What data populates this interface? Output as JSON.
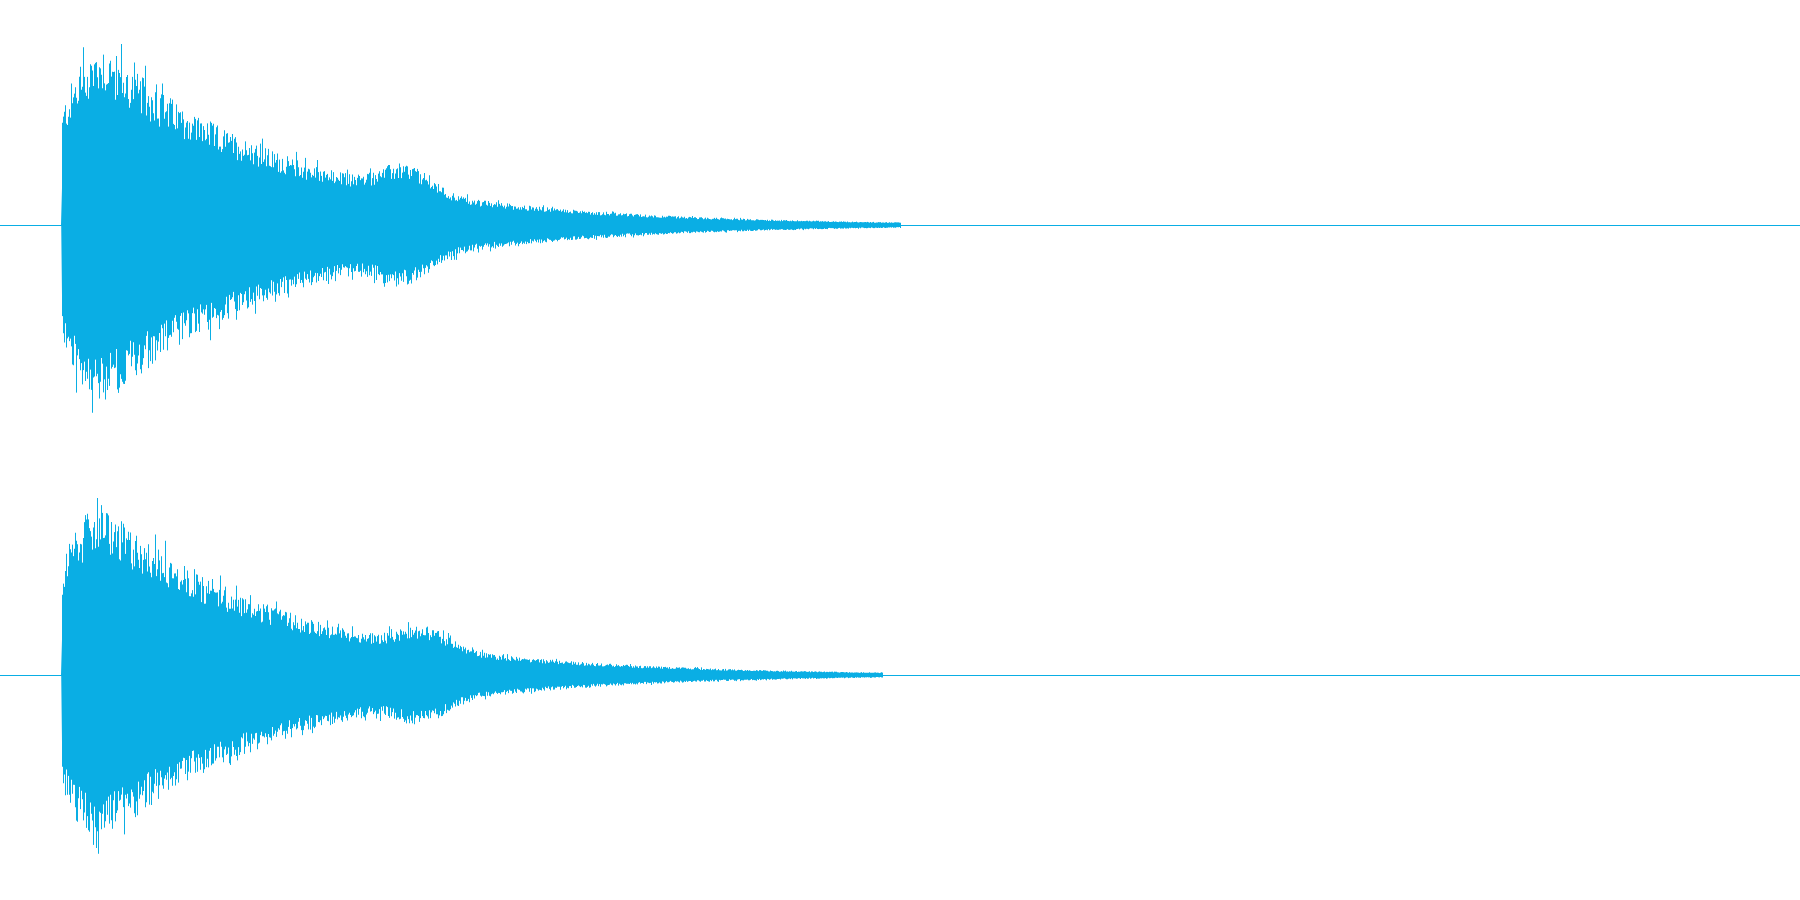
{
  "view": {
    "background_color": "#ffffff",
    "waveform_color": "#0aaee4"
  },
  "channels": [
    {
      "name": "",
      "envelope": {
        "onset_fraction": 0.034,
        "peak_fraction": 0.056,
        "peak_amplitude": 0.97,
        "second_bump_fraction": 0.225,
        "second_bump_amplitude": 0.13,
        "end_fraction": 0.5
      }
    },
    {
      "name": "",
      "envelope": {
        "onset_fraction": 0.034,
        "peak_fraction": 0.054,
        "peak_amplitude": 0.92,
        "second_bump_fraction": 0.235,
        "second_bump_amplitude": 0.1,
        "end_fraction": 0.49
      }
    }
  ]
}
